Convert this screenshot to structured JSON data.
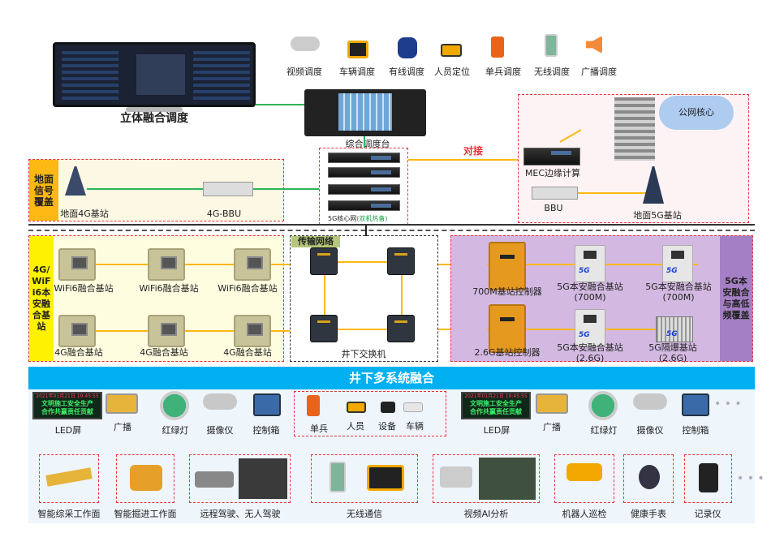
{
  "dispatch": {
    "title": "立体融合调度",
    "console_label": "综合调度台",
    "items": [
      "视频调度",
      "车辆调度",
      "有线调度",
      "人员定位",
      "单兵调度",
      "无线调度",
      "广播调度"
    ]
  },
  "core": {
    "label": "5G核心网",
    "note": "(双机热备)",
    "link_label": "对接"
  },
  "public": {
    "cloud": "公网核心",
    "mec": "MEC边缘计算",
    "bbu": "BBU",
    "tower": "地面5G基站"
  },
  "ground": {
    "title": "地面信号覆盖",
    "tower": "地面4G基站",
    "bbu": "4G-BBU"
  },
  "wifi": {
    "title": "4G/WiFi6本安融合基站",
    "row1": [
      "WiFi6融合基站",
      "WiFi6融合基站",
      "WiFi6融合基站"
    ],
    "row2": [
      "4G融合基站",
      "4G融合基站",
      "4G融合基站"
    ]
  },
  "transport": {
    "title": "传输网络",
    "switch_label": "井下交换机"
  },
  "g5": {
    "title": "5G本安融合与高低频覆盖",
    "ctrl700": "700M基站控制器",
    "ctrl26": "2.6G基站控制器",
    "st700a": [
      "5G本安融合基站",
      "(700M)"
    ],
    "st700b": [
      "5G本安融合基站",
      "(700M)"
    ],
    "st26a": [
      "5G本安融合基站",
      "(2.6G)"
    ],
    "st26b": [
      "5G隔爆基站",
      "(2.6G)"
    ],
    "badge": "5G"
  },
  "banner": "井下多系统融合",
  "led": {
    "time": "2021年01月21日 19:45:55",
    "line1": "文明施工安全生产",
    "line2": "合作共赢责任贡献"
  },
  "row1_left": [
    "LED屏",
    "广播",
    "红绿灯",
    "摄像仪",
    "控制箱"
  ],
  "row1_mid": [
    "单兵",
    "人员",
    "设备",
    "车辆"
  ],
  "row1_right": [
    "LED屏",
    "广播",
    "红绿灯",
    "摄像仪",
    "控制箱"
  ],
  "more": "• • •",
  "row2": [
    "智能综采工作面",
    "智能掘进工作面",
    "远程驾驶、无人驾驶",
    "无线通信",
    "视频AI分析",
    "机器人巡检",
    "健康手表",
    "记录仪"
  ],
  "colors": {
    "banner": "#00b0f0",
    "purple": "#d3b9e1",
    "purple_dark": "#a57fc5",
    "orange": "#fdb813",
    "yellow": "#fff200",
    "green_line": "#2fb457",
    "red_dash": "#e8343a"
  }
}
